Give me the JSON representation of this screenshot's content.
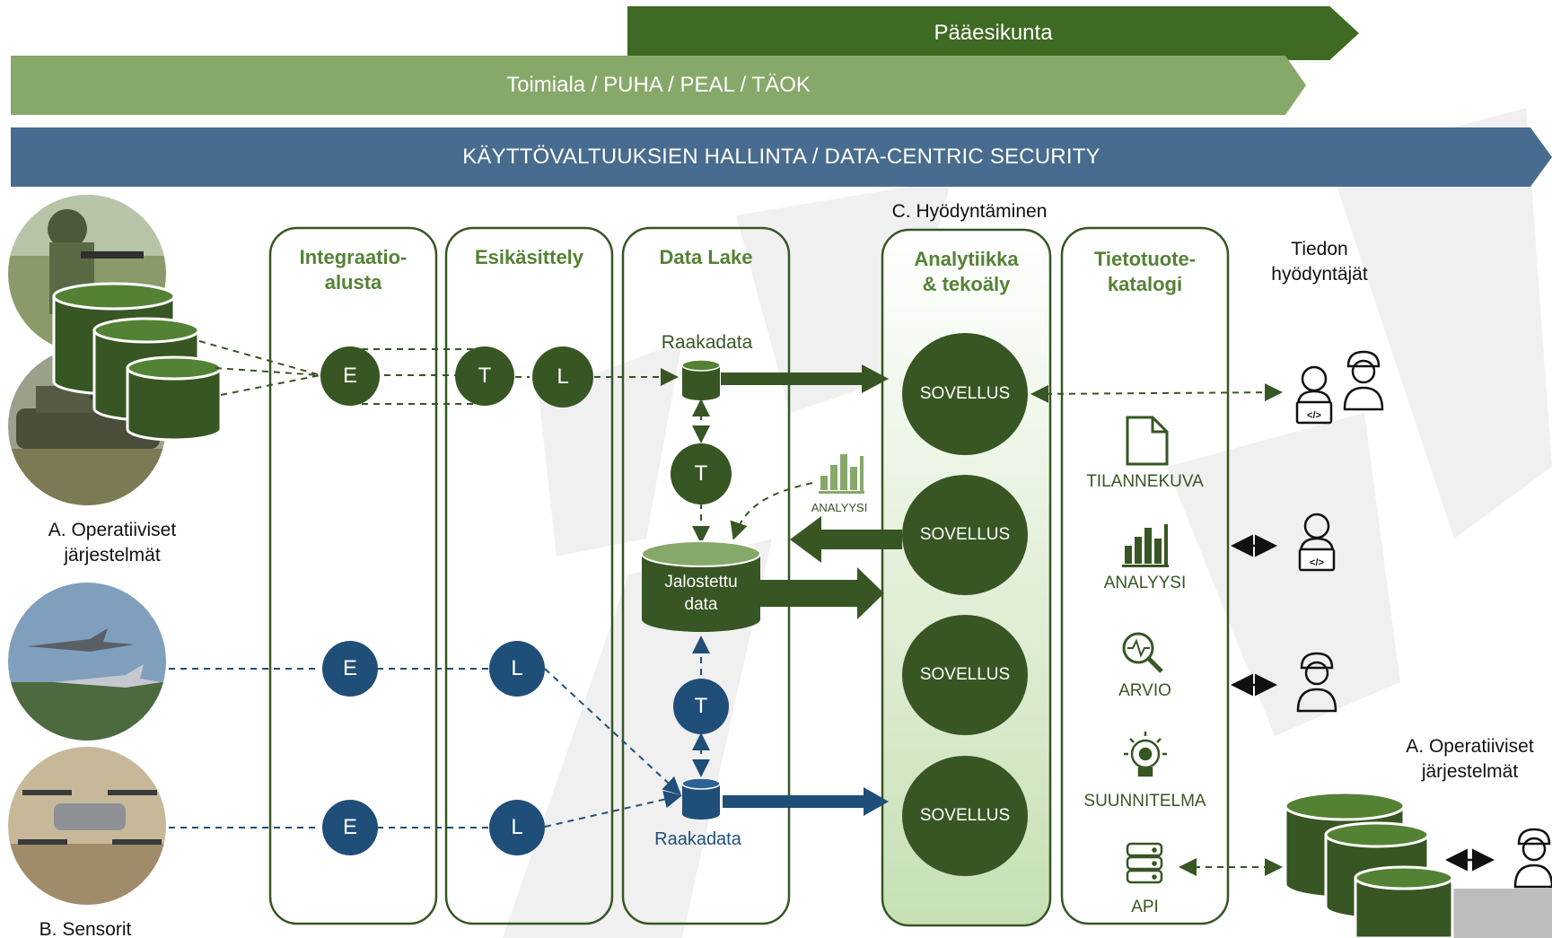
{
  "banners": {
    "paaesikunta": "Pääesikunta",
    "toimiala": "Toimiala / PUHA / PEAL / TÄOK",
    "security": "KÄYTTÖVALTUUKSIEN HALLINTA / DATA-CENTRIC SECURITY"
  },
  "columns": {
    "integraatio": {
      "line1": "Integraatio-",
      "line2": "alusta"
    },
    "esikasittely": {
      "line1": "Esikäsittely"
    },
    "datalake": {
      "line1": "Data Lake"
    },
    "analytiikka": {
      "line1": "Analytiikka",
      "line2": "& tekoäly"
    },
    "katalogi": {
      "line1": "Tietotuote-",
      "line2": "katalogi"
    }
  },
  "headers": {
    "hyodyntaminen": "C. Hyödyntäminen",
    "tiedon_line1": "Tiedon",
    "tiedon_line2": "hyödyntäjät"
  },
  "left_labels": {
    "operatiiviset_line1": "A. Operatiiviset",
    "operatiiviset_line2": "järjestelmät",
    "sensorit": "B. Sensorit"
  },
  "right_labels": {
    "operatiiviset_line1": "A. Operatiiviset",
    "operatiiviset_line2": "järjestelmät"
  },
  "nodes": {
    "e": "E",
    "t": "T",
    "l": "L"
  },
  "datalake": {
    "raakadata_top": "Raakadata",
    "raakadata_bottom": "Raakadata",
    "jalostettu_line1": "Jalostettu",
    "jalostettu_line2": "data",
    "analyysi_small": "ANALYYSI"
  },
  "apps": [
    "SOVELLUS",
    "SOVELLUS",
    "SOVELLUS",
    "SOVELLUS"
  ],
  "catalog_items": [
    "TILANNEKUVA",
    "ANALYYSI",
    "ARVIO",
    "SUUNNITELMA",
    "API"
  ],
  "colors": {
    "dark_green": "#375623",
    "mid_green": "#548235",
    "light_green": "#86a96a",
    "navy": "#1f4e79",
    "steel_blue": "#486c8f"
  }
}
